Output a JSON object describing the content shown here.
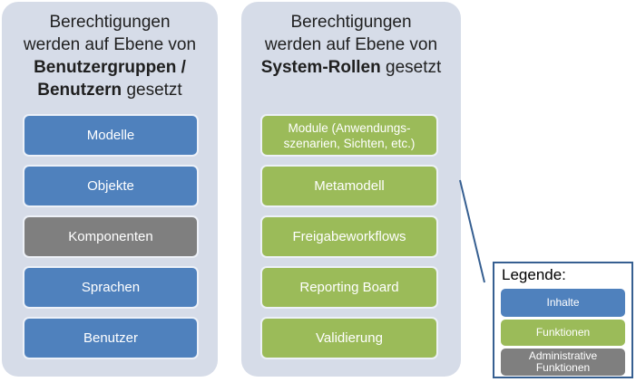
{
  "colors": {
    "panel_bg": "#D6DCE8",
    "content_blue": "#4F81BD",
    "function_green": "#9BBB59",
    "admin_gray": "#7F7F7F",
    "box_border": "#EDF1F8",
    "legend_border": "#365F91",
    "connector_line": "#365F91",
    "header_text": "#1F1F1F",
    "box_text": "#FFFFFF"
  },
  "left_panel": {
    "header": {
      "line1": "Berechtigungen",
      "line2": "werden auf Ebene von",
      "line3_bold": "Benutzergruppen /",
      "line4_bold": "Benutzern",
      "line4_rest": " gesetzt"
    },
    "boxes": [
      {
        "label": "Modelle",
        "type": "blue"
      },
      {
        "label": "Objekte",
        "type": "blue"
      },
      {
        "label": "Komponenten",
        "type": "gray"
      },
      {
        "label": "Sprachen",
        "type": "blue"
      },
      {
        "label": "Benutzer",
        "type": "blue"
      }
    ]
  },
  "right_panel": {
    "header": {
      "line1": "Berechtigungen",
      "line2": "werden auf Ebene von",
      "line3_bold": "System-Rollen",
      "line3_rest": " gesetzt"
    },
    "boxes": [
      {
        "label": "Module (Anwendungs-szenarien, Sichten, etc.)",
        "line1": "Module (Anwendungs-",
        "line2": "szenarien, Sichten, etc.)",
        "type": "green"
      },
      {
        "label": "Metamodell",
        "type": "green"
      },
      {
        "label": "Freigabeworkflows",
        "type": "green"
      },
      {
        "label": "Reporting Board",
        "type": "green"
      },
      {
        "label": "Validierung",
        "type": "green"
      }
    ]
  },
  "legend": {
    "title": "Legende:",
    "items": [
      {
        "label": "Inhalte",
        "type": "blue"
      },
      {
        "label": "Funktionen",
        "type": "green"
      },
      {
        "label": "Administrative Funktionen",
        "line1": "Administrative",
        "line2": "Funktionen",
        "type": "gray"
      }
    ]
  }
}
